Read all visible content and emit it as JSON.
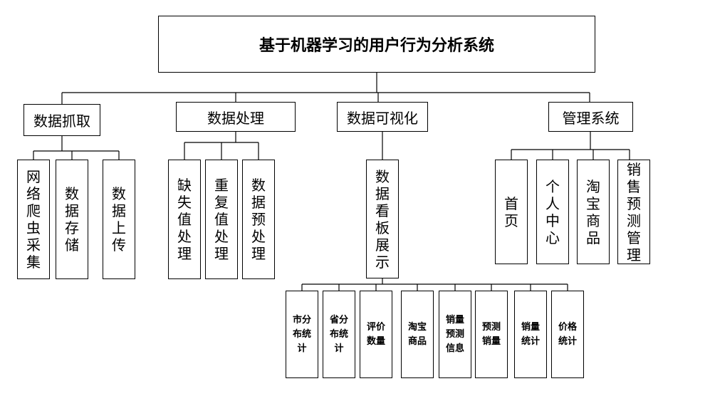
{
  "root": "基于机器学习的用户行为分析系统",
  "modules": [
    {
      "label": "数据抓取",
      "children": [
        "网络爬虫采集",
        "数据存储",
        "数据上传"
      ]
    },
    {
      "label": "数据处理",
      "children": [
        "缺失值处理",
        "重复值处理",
        "数据预处理"
      ]
    },
    {
      "label": "数据可视化",
      "children": [
        "数据看板展示"
      ]
    },
    {
      "label": "管理系统",
      "children": [
        "首页",
        "个人中心",
        "淘宝商品",
        "销售预测管理"
      ]
    }
  ],
  "dashboard_children": [
    "市分布统计",
    "省分布统计",
    "评价数量",
    "淘宝商品",
    "销量预测信息",
    "预测销量",
    "销量统计",
    "价格统计"
  ]
}
